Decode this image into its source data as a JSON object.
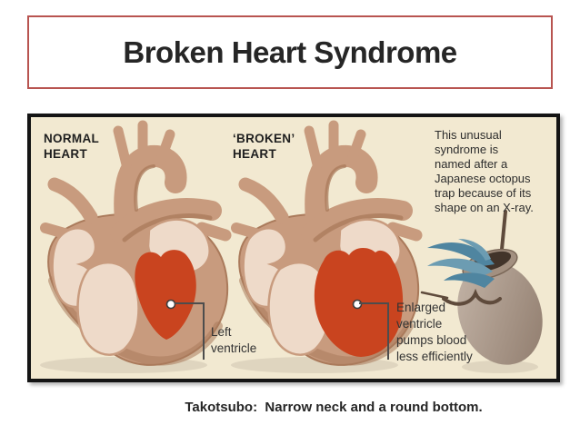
{
  "slide": {
    "title": "Broken Heart Syndrome",
    "caption": "Takotsubo:  Narrow neck and a round bottom."
  },
  "panel": {
    "normal_heart_lines": [
      "NORMAL",
      "HEART"
    ],
    "broken_heart_lines": [
      "‘BROKEN’",
      "HEART"
    ],
    "description_lines": [
      "This unusual",
      "syndrome is",
      "named after a",
      "Japanese octopus",
      "trap because of its",
      "shape on an X-ray."
    ],
    "left_callout_lines": [
      "Left",
      "ventricle"
    ],
    "right_callout_lines": [
      "Enlarged",
      "ventricle",
      "pumps blood",
      "less efficiently"
    ]
  },
  "colors": {
    "title_border": "#b85450",
    "panel_bg": "#f2e9d1",
    "panel_border": "#141414",
    "heart_tan": "#c89b7e",
    "heart_tan_dark": "#aa7a5b",
    "heart_pale": "#eedac9",
    "ventricle_red": "#c9441f",
    "tentacle_blue": "#4f85a0",
    "tentacle_blue_light": "#6c9cb2",
    "pot_light": "#c6b7aa",
    "pot_dark": "#8e7a6b",
    "rope_brown": "#5f4b3c"
  }
}
